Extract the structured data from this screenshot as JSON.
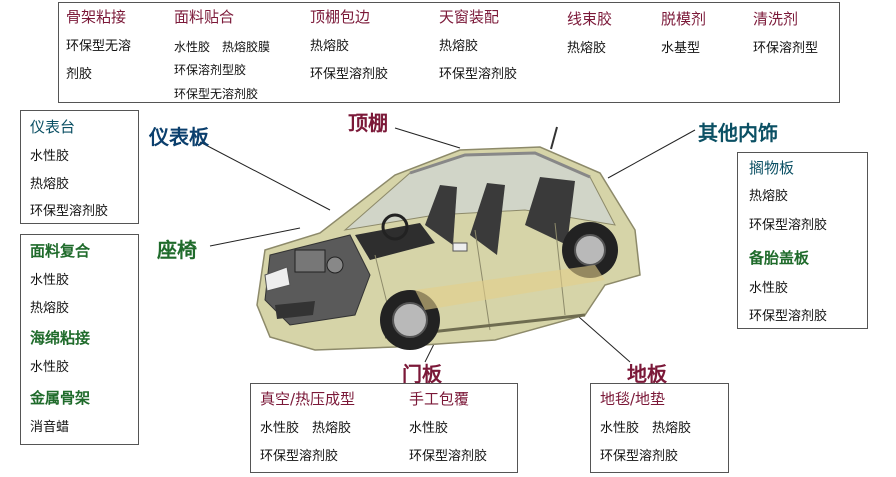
{
  "top_panel": {
    "columns": [
      {
        "title": "骨架粘接",
        "items": [
          "环保型无溶",
          "剂胶"
        ]
      },
      {
        "title": "面料贴合",
        "items": [
          "水性胶　热熔胶膜",
          "环保溶剂型胶",
          "环保型无溶剂胶"
        ]
      },
      {
        "title": "顶棚包边",
        "items": [
          "热熔胶",
          "环保型溶剂胶"
        ]
      },
      {
        "title": "天窗装配",
        "items": [
          "热熔胶",
          "环保型溶剂胶"
        ]
      },
      {
        "title": "线束胶",
        "items": [
          "热熔胶"
        ]
      },
      {
        "title": "脱模剂",
        "items": [
          "水基型"
        ]
      },
      {
        "title": "清洗剂",
        "items": [
          "环保溶剂型"
        ]
      }
    ]
  },
  "callouts": {
    "headliner": "顶棚",
    "dashboard": "仪表板",
    "seat": "座椅",
    "other_interior": "其他内饰",
    "door_panel": "门板",
    "floor": "地板"
  },
  "instrument_panel_box": {
    "title": "仪表台",
    "items": [
      "水性胶",
      "热熔胶",
      "环保型溶剂胶"
    ]
  },
  "seat_box": {
    "fabric_title": "面料复合",
    "fabric_items": [
      "水性胶",
      "热熔胶"
    ],
    "sponge_title": "海绵粘接",
    "sponge_items": [
      "水性胶"
    ],
    "metal_title": "金属骨架",
    "metal_items": [
      "消音蜡"
    ]
  },
  "other_box": {
    "shelf_title": "搁物板",
    "shelf_items": [
      "热熔胶",
      "环保型溶剂胶"
    ],
    "spare_title": "备胎盖板",
    "spare_items": [
      "水性胶",
      "环保型溶剂胶"
    ]
  },
  "door_box": {
    "vacuum_title": "真空/热压成型",
    "vacuum_items": [
      "水性胶　热熔胶",
      "环保型溶剂胶"
    ],
    "hand_title": "手工包覆",
    "hand_items": [
      "水性胶",
      "环保型溶剂胶"
    ]
  },
  "floor_box": {
    "carpet_title": "地毯/地垫",
    "carpet_items": [
      "水性胶　热熔胶",
      "环保型溶剂胶"
    ]
  },
  "colors": {
    "maroon": "#7b1838",
    "green": "#1f6b2b",
    "navy": "#0b3f6d",
    "teal": "#0b5064",
    "car_body": "#d6d4a8"
  }
}
